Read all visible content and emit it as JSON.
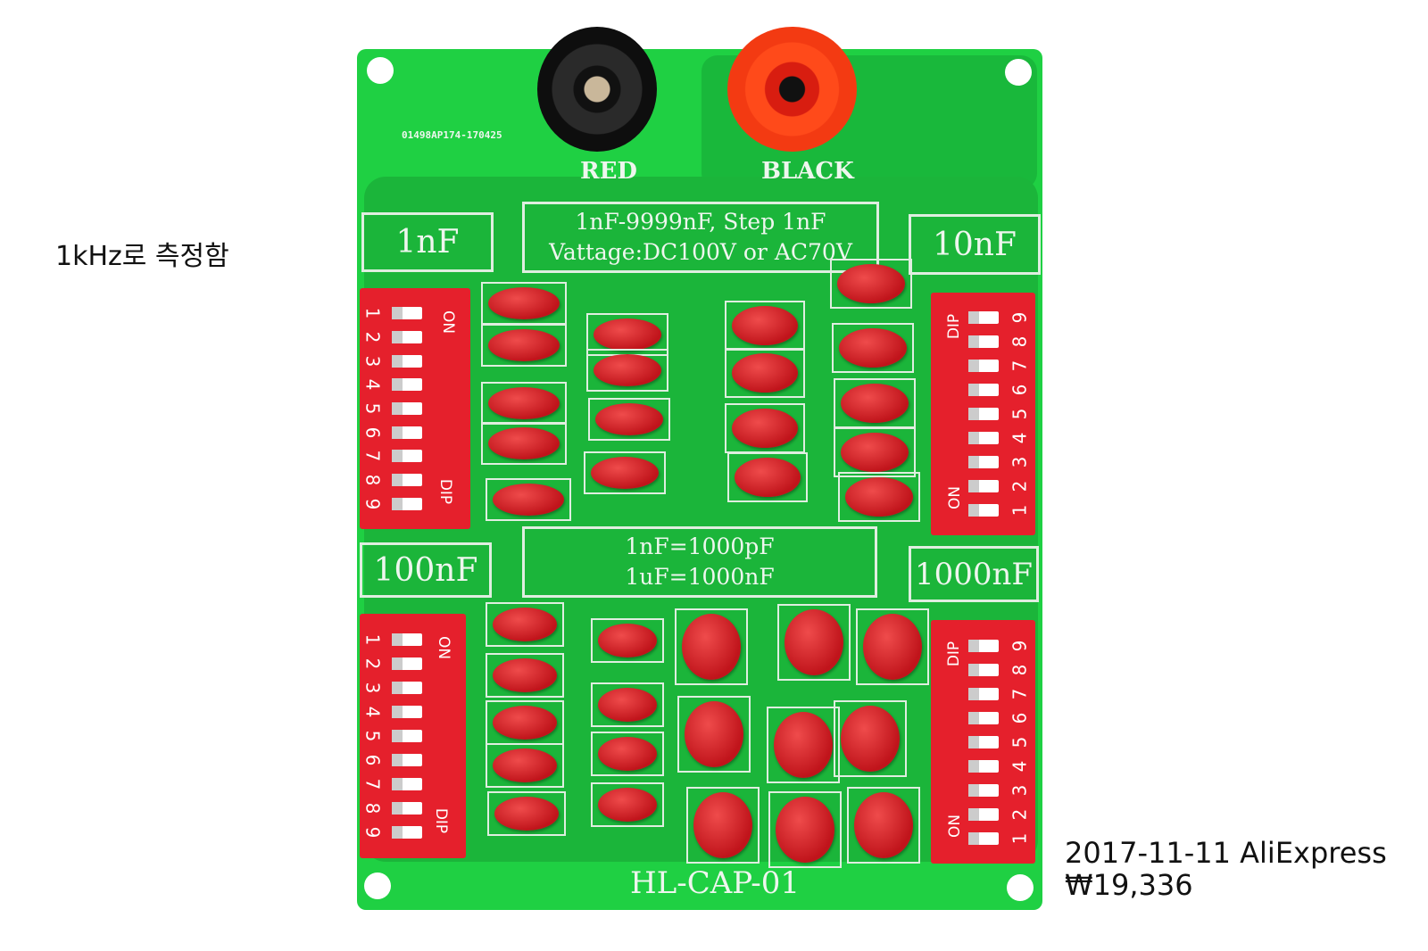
{
  "annotations": {
    "measure_note": "1kHz로 측정함",
    "purchase_date_store": "2017-11-11 AliExpress",
    "price": "₩19,336"
  },
  "board": {
    "serial": "01498AP174-170425",
    "terminal_left_label": "RED",
    "terminal_right_label": "BLACK",
    "spec_line1": "1nF-9999nF, Step 1nF",
    "spec_line2": "Vattage:DC100V or AC70V",
    "conv_line1": "1nF=1000pF",
    "conv_line2": "1uF=1000nF",
    "bank_labels": [
      "1nF",
      "10nF",
      "100nF",
      "1000nF"
    ],
    "model": "HL-CAP-01",
    "dip_numbers": [
      "1",
      "2",
      "3",
      "4",
      "5",
      "6",
      "7",
      "8",
      "9"
    ],
    "dip_on": "ON",
    "dip_label": "DIP"
  },
  "colors": {
    "pcb": "#1fd043",
    "dip": "#e5202c",
    "capacitor": "#c8161d"
  }
}
